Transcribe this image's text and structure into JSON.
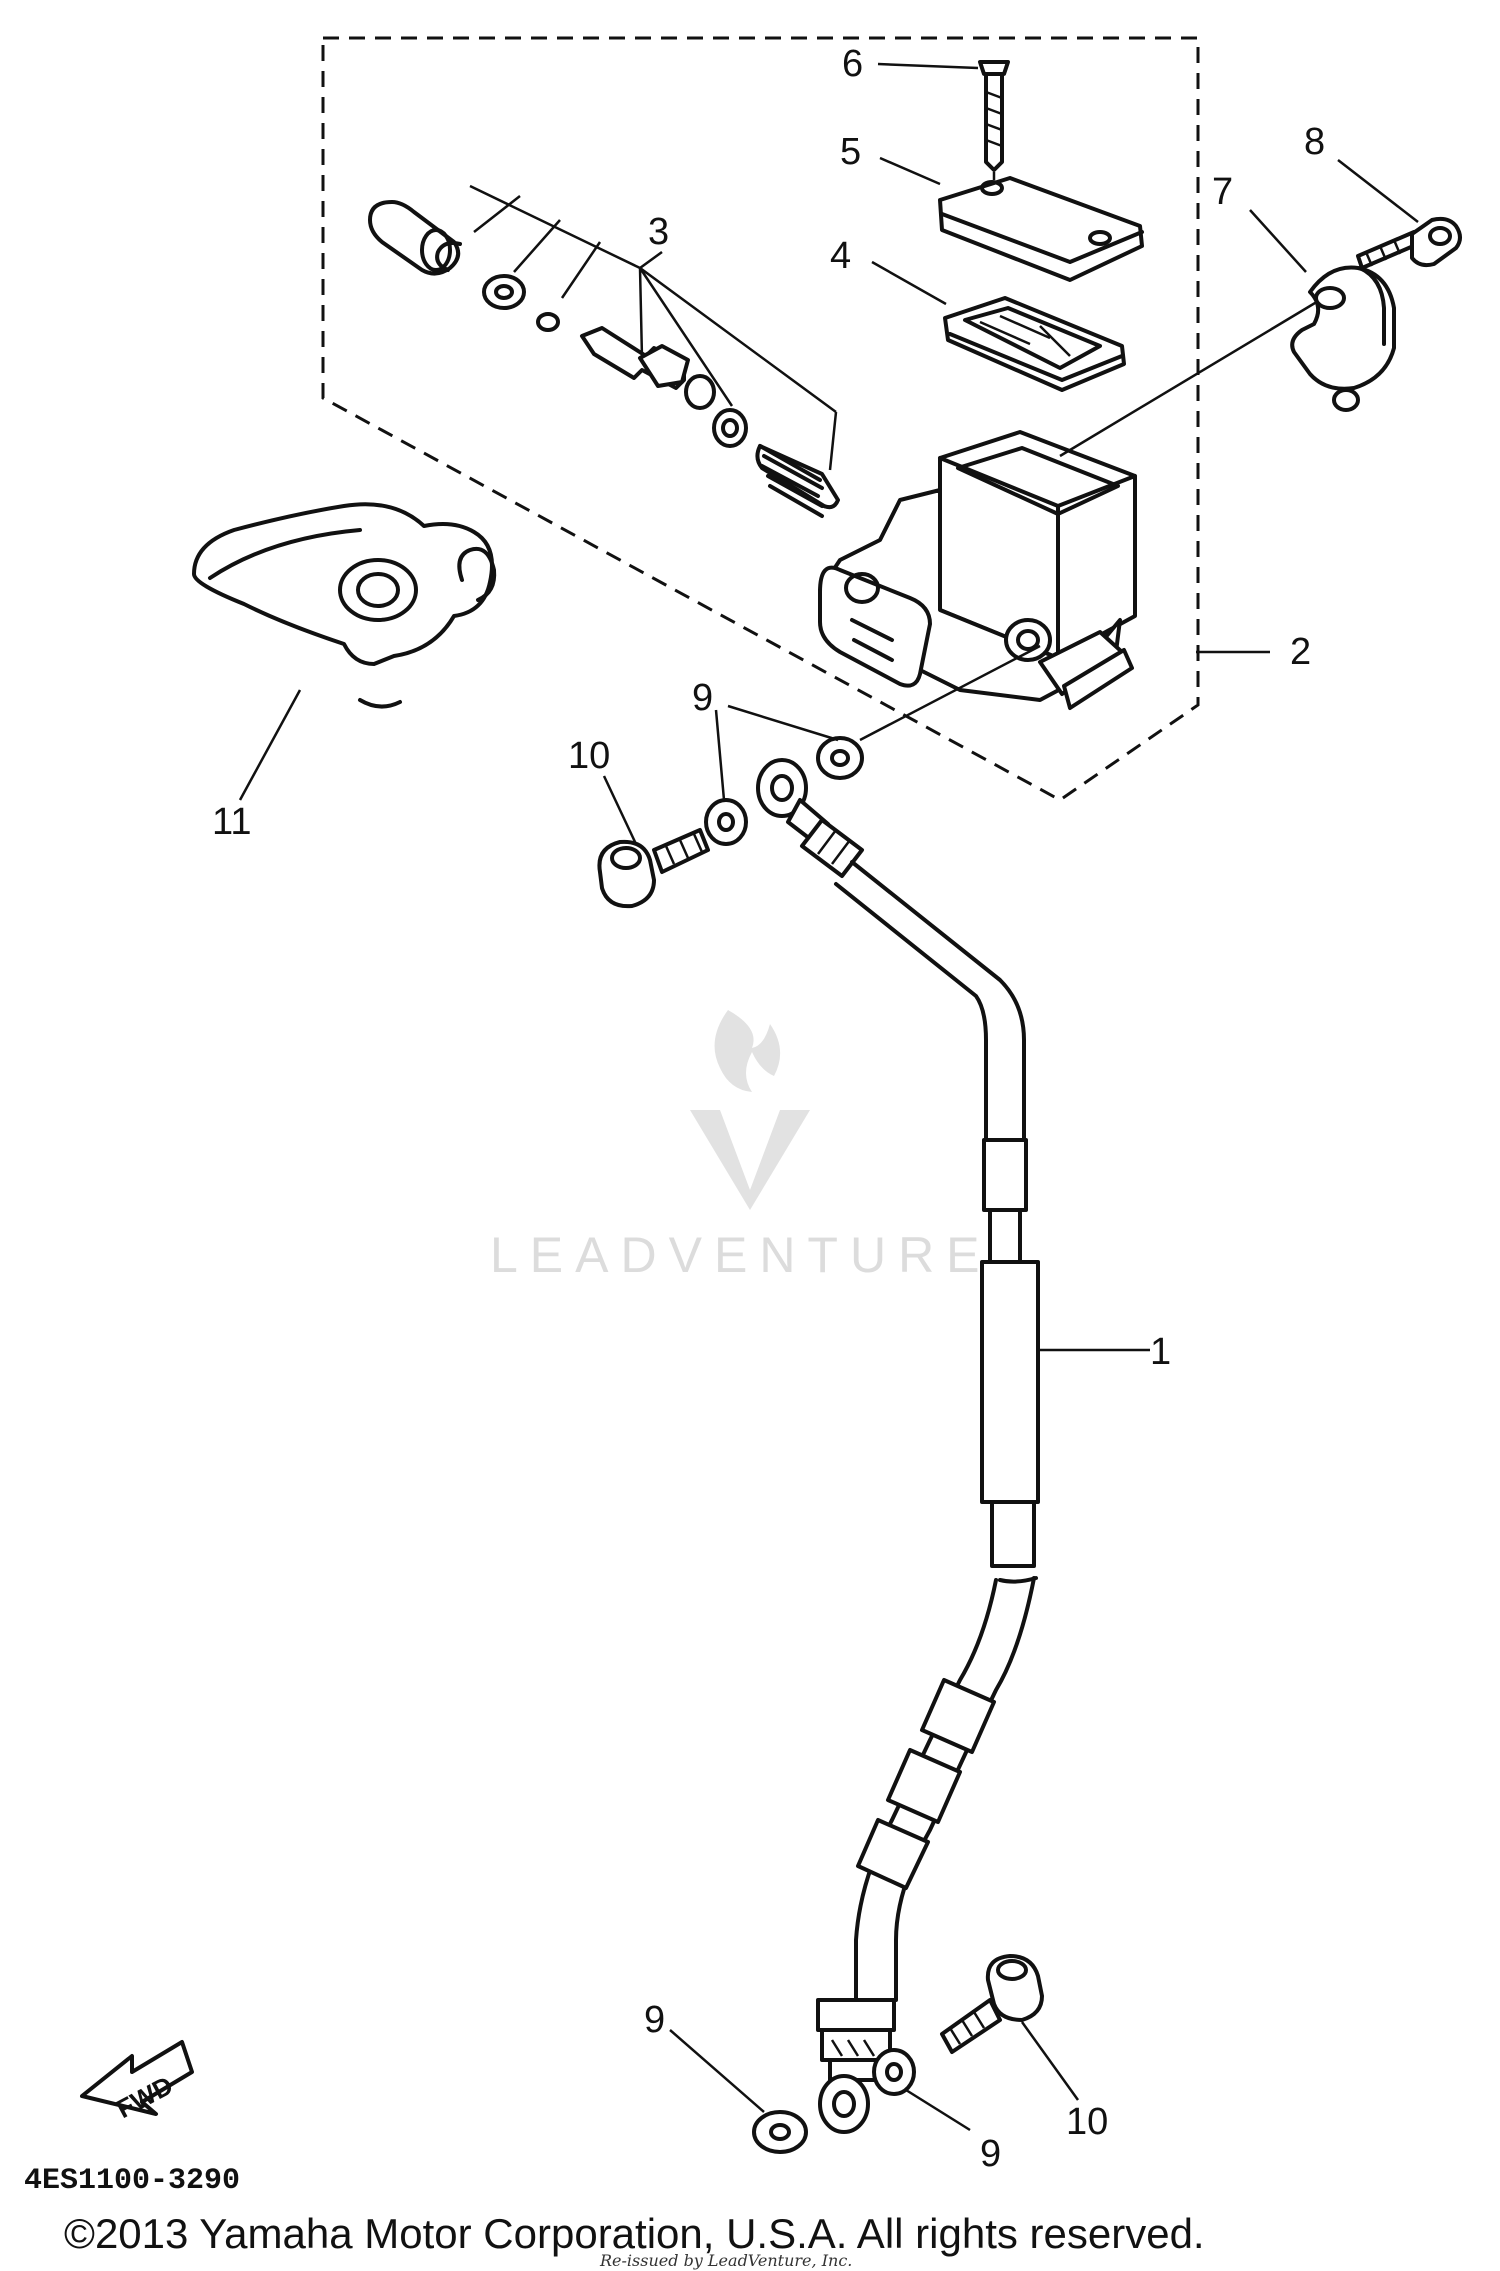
{
  "diagram_code": "4ES1100-3290",
  "copyright": "©2013 Yamaha Motor Corporation, U.S.A. All rights reserved.",
  "reprint_note": "Re-issued by LeadVenture, Inc.",
  "watermark": "LEADVENTURE",
  "fwd_label": "FWD",
  "callouts": {
    "c1": "1",
    "c2": "2",
    "c3": "3",
    "c4": "4",
    "c5": "5",
    "c6": "6",
    "c7": "7",
    "c8": "8",
    "c9a": "9",
    "c9b": "9",
    "c9c": "9",
    "c10a": "10",
    "c10b": "10",
    "c11": "11"
  },
  "colors": {
    "ink": "#111111",
    "watermark": "#dcdcdc",
    "background": "#ffffff"
  }
}
